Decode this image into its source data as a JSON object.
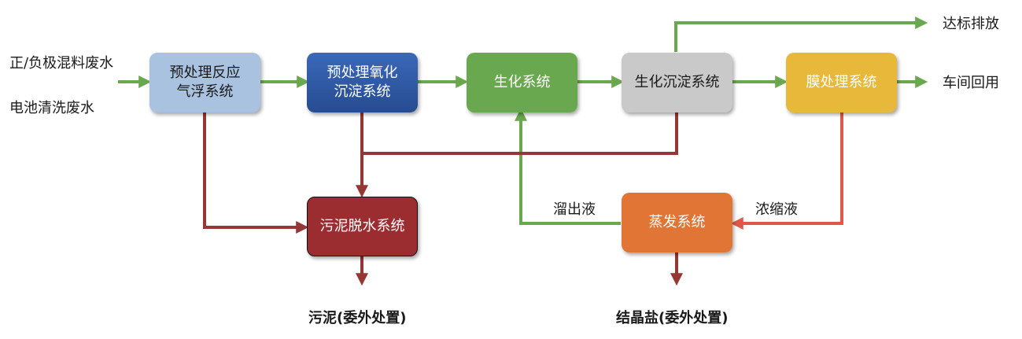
{
  "inputs": {
    "mixed_wastewater": "正/负极混料废水",
    "battery_wash_wastewater": "电池清洗废水"
  },
  "boxes": {
    "pretreat_flotation": "预处理反应\n气浮系统",
    "pretreat_oxidation": "预处理氧化\n沉淀系统",
    "biochem": "生化系统",
    "bio_settling": "生化沉淀系统",
    "membrane": "膜处理系统",
    "sludge_dewatering": "污泥脱水系统",
    "evaporation": "蒸发系统"
  },
  "outputs": {
    "discharge": "达标排放",
    "reuse": "车间回用",
    "sludge": "污泥(委外处置)",
    "crystal_salt": "结晶盐(委外处置)"
  },
  "flow_labels": {
    "overflow": "溜出液",
    "concentrate": "浓缩液"
  },
  "colors": {
    "green_line": "#6aa84f",
    "dark_red_line": "#953735",
    "red_line": "#e0584a",
    "pretreat_flotation_box": "#a9c2e0",
    "pretreat_oxidation_box": "#2f5aa6",
    "biochem_box": "#6aa84f",
    "bio_settling_box": "#c9c9c9",
    "membrane_box": "#e8b83a",
    "sludge_box": "#9b2d30",
    "evaporation_box": "#e07535"
  }
}
